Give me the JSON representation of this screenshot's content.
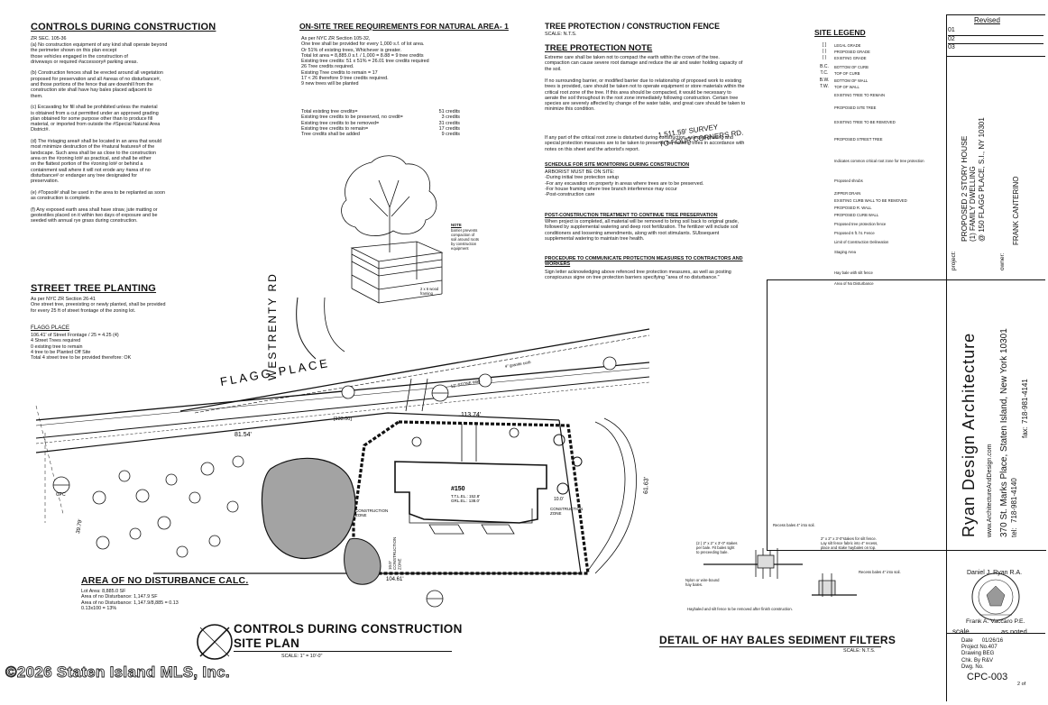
{
  "controls": {
    "title": "CONTROLS DURING CONSTRUCTION",
    "zr_sec": "ZR SEC. 105-36",
    "text": "(a) No construction equipment of any kind shall operate beyond\nthe perimeter shown on this plan except\nthose vehicles engaged in the construction of\ndriveways or required #accessory# parking areas.\n\n(b) Construction fences shall be erected around all vegetation\nproposed for preservation and all #areas of no disturbance#,\nand those portions of the fence that are downhill from the\nconstruction site shall have hay bales placed adjacent to\nthem.\n\n(c) Excavating for fill shall be prohibited unless the material\nis obtained from a cut permitted under an approved grading\nplan obtained for some purpose other than to produce fill\nmaterial, or imported from outside the #Special Natural Area\nDistrict#.\n\n(d) The #staging area# shall be located in an area that would\nmost minimize destruction of the #natural features# of the\nlandscape. Such area shall be as close to the construction\narea on the #zoning lot# as practical, and shall be either\non the flattest portion of the #zoning lot# or behind a\ncontainment wall where it will not erode any #area of no\ndisturbance# or endanger any tree designated for\npreservation.\n\n(e) #Topsoil# shall be used in the area to be replanted as soon\nas construction is complete.\n\n(f) Any exposed earth area shall have straw, jute matting or\ngeotextiles placed on it within two days of exposure and be\nseeded with annual rye grass during construction."
  },
  "street_tree": {
    "title": "STREET TREE PLANTING",
    "text": "As per NYC ZR Section 26-41\nOne street tree, preexisting or newly planted, shall be provided\nfor every 25 ft of street frontage of the zoning lot.",
    "flagg_title": "FLAGG PLACE",
    "flagg_text": "106.41' of Street Frontage / 25 = 4.25 (4)\n4 Street Trees required\n0 existing tree to remain\n4 tree to be Planted Off Site\nTotal 4 street tree to be provided therefore: OK"
  },
  "onsite": {
    "title": "ON-SITE TREE REQUIREMENTS FOR  NATURAL AREA- 1",
    "text": "As per NYC ZR Section 105-32,\nOne tree shall be provided for every 1,000 s.f. of lot area.\nOr 51% of existing trees, Whichever is greater.\nTotal lot area = 8,885.0 s.f. / 1,000 = 8.88 = 9 tree credits\nExisting tree credits: 51 x 51% = 26.01 tree credits required\n     26 Tree credits required.\nExisting Tree credits to remain = 17\n17 < 26 therefore  9  tree credits required.\n9 new trees will be planted",
    "rows": [
      {
        "label": "Total existing tree credits=",
        "value": "51 credits"
      },
      {
        "label": "Existing tree credits to be preserved, no credit=",
        "value": "3 credits"
      },
      {
        "label": "Existing tree credits to be removed=",
        "value": "31 credits"
      },
      {
        "label": "Existing tree credits to remain=",
        "value": "17 credits"
      },
      {
        "label": "Tree credits shall be added",
        "value": "9 credits"
      }
    ],
    "note_title": "NOTE",
    "note_text": "barrier prevents\ncompaction of\nsoil around roots\nby construction\nequipment",
    "stake_label": "2 x 6 wood\nframing"
  },
  "fence": {
    "title": "TREE PROTECTION / CONSTRUCTION FENCE",
    "scale": "SCALE: N.T.S."
  },
  "protection": {
    "title": "TREE PROTECTION NOTE",
    "p1": "Extreme care shall be taken not to compact the earth within the crown of the tree.\ncompaction can cause severe root damage and reduce the air and water holding capacity of\nthe soil.",
    "p2": "If no surrounding barrier, or modified barrier due to relationship of proposed work to existing\ntrees is provided, care should be taken not to operate equipment or store materials within the\ncritical root zone of the tree. If this area should be compacted, it would be necessary to\naerate the soil throughout in the root zone immediately following construction. Certain tree\nspecies are severely affected by change of the water table, and great care should be taken to\nminimize this condition.",
    "p3": "If any part of the critical root zone is disturbed during construction, selected pruning and\nspecial protection measures are to be taken to preserve the existing trees in accordance with\nnotes on this sheet and the arborist's report.",
    "sched_title": "SCHEDULE FOR SITE MONITORING DURING CONSTRUCTION",
    "sched_text": "ARBORIST MUST BE ON SITE:\n-During initial tree protection setup\n-For any excavation on property in areas where trees are to be preserved.\n-For house framing where tree branch interference may occur\n-Post-construction care",
    "post_title": "POST-CONSTRUCTION TREATMENT TO CONTINUE TREE PRESERVATION",
    "post_text": "When project is completed, all material will be removed to bring soil back to original grade,\nfollowed by supplemental watering and deep root fertilization. The fertilizer will include soil\nconditioners and loosening amendments, along with root stimulants. SUbsequent\nsupplemental watering to maintain tree health.",
    "proc_title": "PROCEDURE TO COMMUNICATE PROTECTION MEASURES TO CONTRACTORS AND\nWORKERS",
    "proc_text": "Sign letter acknowledging above refenced tree protection measures, as well as posting\nconspicuous signe on tree protection barriers specifying \"area of no disturbance.\""
  },
  "legend": {
    "title": "SITE LEGEND",
    "items": [
      {
        "sym": "[ ]",
        "label": "LEGAL GRADE"
      },
      {
        "sym": "( )",
        "label": "PROPOSED GRADE"
      },
      {
        "sym": "( )",
        "label": "EXISTING GRADE"
      },
      {
        "sym": "B.C.",
        "label": "BOTTOM OF CURB"
      },
      {
        "sym": "T.C.",
        "label": "TOP OF CURB"
      },
      {
        "sym": "B.W.",
        "label": "BOTTOM OF WALL"
      },
      {
        "sym": "T.W.",
        "label": "TOP OF WALL"
      },
      {
        "sym": "",
        "label": "EXISTING TREE TO REMAIN"
      },
      {
        "sym": "",
        "label": "PROPOSED SITE TREE"
      },
      {
        "sym": "",
        "label": "EXISTING TREE TO BE REMOVED"
      },
      {
        "sym": "",
        "label": "PROPOSED STREET TREE"
      },
      {
        "sym": "",
        "label": "Indicates common critical root zone for tree protection"
      },
      {
        "sym": "",
        "label": "Proposed shrubs"
      },
      {
        "sym": "",
        "label": "ZIPPER DRAIN"
      },
      {
        "sym": "",
        "label": "EXISTING CURB WALL TO BE REMOVED"
      },
      {
        "sym": "",
        "label": "PROPOSED R. WALL"
      },
      {
        "sym": "",
        "label": "PROPOSED CURB WALL"
      },
      {
        "sym": "",
        "label": "Proposed tree protection fence"
      },
      {
        "sym": "",
        "label": "Proposed 6 ft. ht. Fence"
      },
      {
        "sym": "",
        "label": "Limit of Construction Delineation"
      },
      {
        "sym": "",
        "label": "Staging Area"
      },
      {
        "sym": "",
        "label": "Hay bale with silt fence"
      },
      {
        "sym": "",
        "label": "Area of No Disturbance"
      }
    ]
  },
  "revised": {
    "title": "Revised",
    "rows": [
      "01",
      "02",
      "03"
    ]
  },
  "project": {
    "label": "project:",
    "name": "PROPOSED 2 STORY HOUSE",
    "type": "(1) FAMILY DWELLING",
    "address": "@ 150 FLAGG PLACE, S.I., NY 10301",
    "owner_label": "owner:",
    "owner": "FRANK CANTERINO"
  },
  "firm": {
    "name": "Ryan Design Architecture",
    "web": "www.ArchitectureAndDesign.com",
    "address": "370 St. Marks Place, Staten Island, New York 10301",
    "tel_label": "tel:",
    "tel": "718-981-4140",
    "fax_label": "fax:",
    "fax": "718-981-4141"
  },
  "stamps": {
    "ryan": "Daniel J. Ryan R.A.",
    "vaccaro": "Frank A. Vaccaro P.E.",
    "scale_label": "scale",
    "scale_value": "as noted"
  },
  "info": {
    "date_label": "Date",
    "date": "01/26/16",
    "project_no": "Project No.407",
    "drawing_by": "Drawing BEG",
    "chk_by": "Chk. By  R&V",
    "dwg_no": "Dwg. No.",
    "sheet": "CPC-003",
    "sheet_of": "2 of"
  },
  "plan": {
    "street": "FLAGG   PLACE",
    "cross_street": "WESTRENTY  RD",
    "survey": "1,511.59' SURVEY\nTO FOUR CORNERS RD.",
    "dim_front": "113.74'",
    "dim_left": "81.54'",
    "dim_right": "61.63'",
    "dim_bottom": "104.61'",
    "dim_side": "39.79'",
    "dim_133": "[133.00]",
    "house": "#150",
    "house_sub": "T.T.L.EL.: 152.8'\nGRL.EL.: 138.0'",
    "zone_left": "CONSTRUCTION\nZONE",
    "zone_right": "CONSTRUCTION\nZONE",
    "zone_bottom": "10.0'\nCONSTRUCTION\nZONE",
    "dim_10": "10.0'",
    "curb1": "4\" granite curb",
    "curb2": "12\" STONE Wall",
    "cpc": "CPC"
  },
  "no_disturb": {
    "title": "AREA OF NO DISTURBANCE CALC.",
    "text": "Lot Area: 8,885.0  SF\nArea of no Disturbance: 1,147.9  SF\nArea of no Disturbance: 1,147.9/8,885 = 0.13\n                                    0.13x100 = 13%"
  },
  "site_plan": {
    "title1": "CONTROLS DURING CONSTRUCTION",
    "title2": "SITE PLAN",
    "scale": "SCALE: 1\" = 10'-0\""
  },
  "hay": {
    "title": "DETAIL OF HAY BALES SEDIMENT FILTERS",
    "scale": "SCALE: N.T.S.",
    "n1": "Recess bales 4\" into soil.",
    "n2": "2\" x 2\" x 3'-0\"stakes for silt fence.\nLay silt fence fabric into 4\" recess,\nplace and stake haybales on top.",
    "n3": "(2 ) 2\" x 2\" x 3'-0\" stakes\nper bale. Fit bales tight\nto preceeding bale.",
    "n4": "Recess bales 4\" into soil.",
    "n5": "Nylon or wire-bound\nhay bales.",
    "n6": "Haybaled and silt fence to be removed after finish construction."
  },
  "watermark": "©2026 Staten Island MLS, Inc."
}
